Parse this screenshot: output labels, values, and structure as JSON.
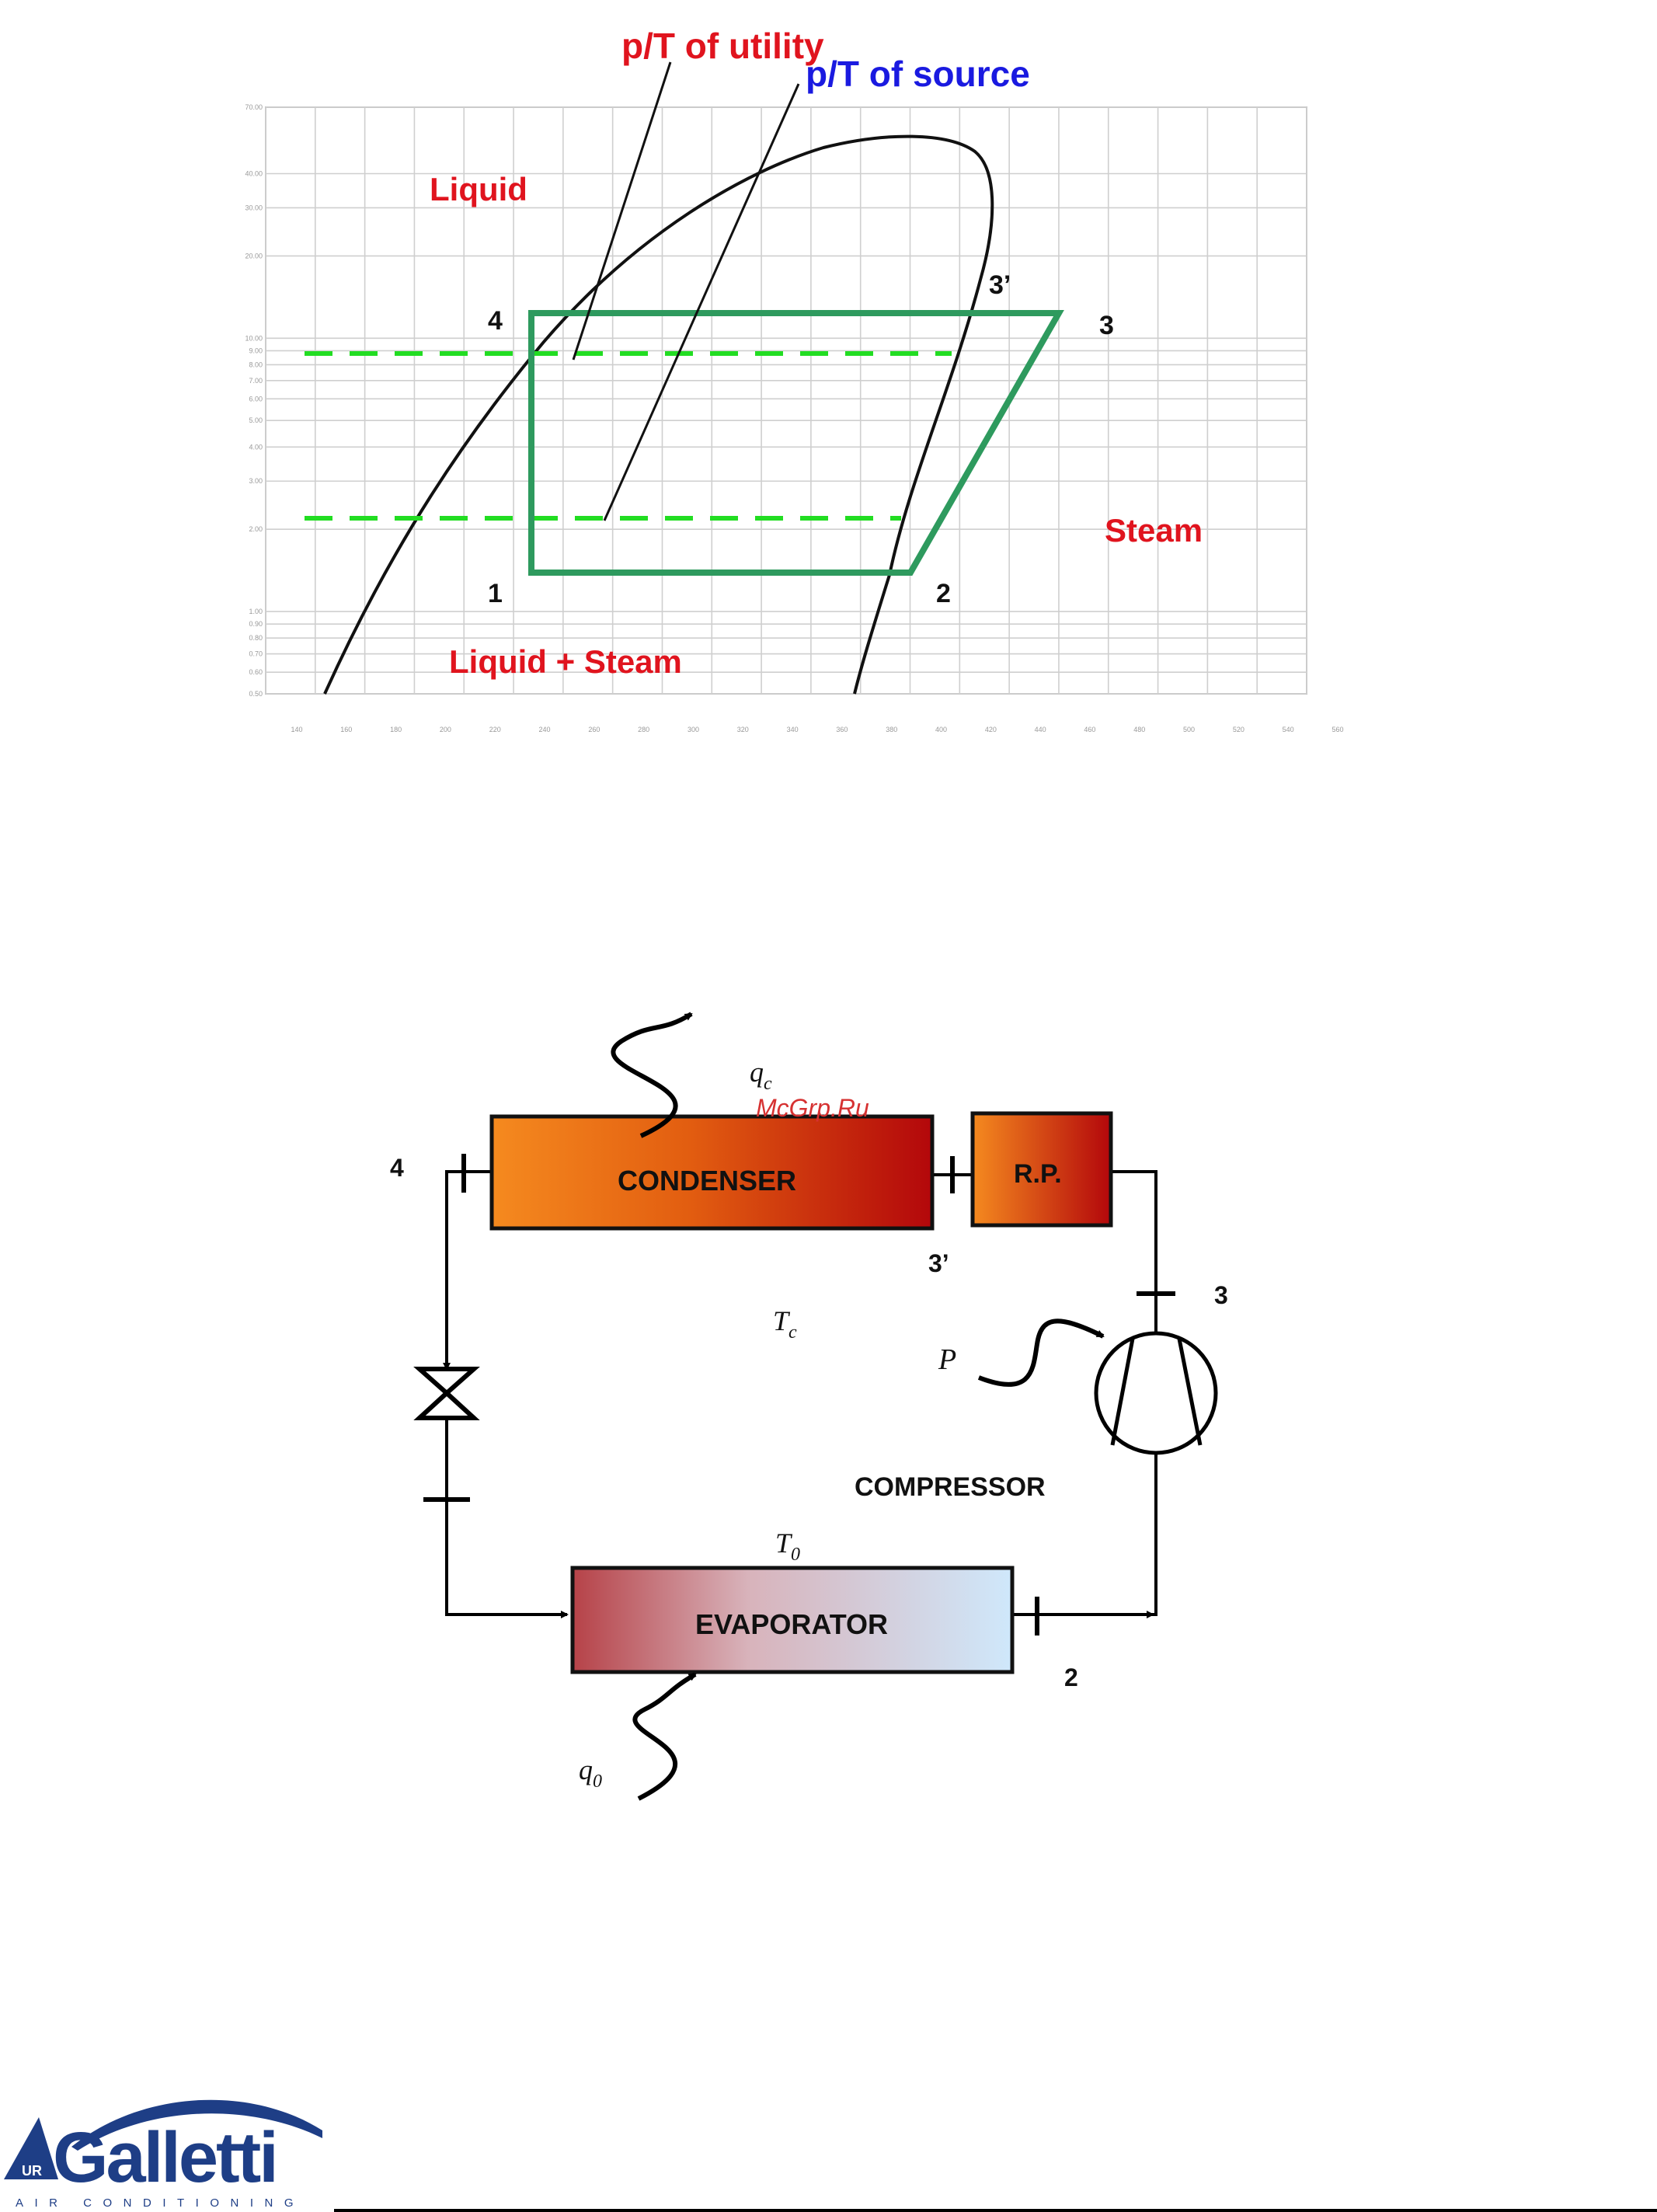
{
  "ph_chart": {
    "label_utility": "p/T of utility",
    "label_source": "p/T of source",
    "region_liquid": "Liquid",
    "region_steam": "Steam",
    "region_mix": "Liquid + Steam",
    "points": [
      "1",
      "2",
      "3",
      "3’",
      "4"
    ],
    "y_ticks": [
      "70.00",
      "40.00",
      "30.00",
      "20.00",
      "10.00",
      "9.00",
      "8.00",
      "7.00",
      "6.00",
      "5.00",
      "4.00",
      "3.00",
      "2.00",
      "1.00",
      "0.90",
      "0.80",
      "0.70",
      "0.60",
      "0.50"
    ],
    "x_ticks": [
      "140",
      "160",
      "180",
      "200",
      "220",
      "240",
      "260",
      "280",
      "300",
      "320",
      "340",
      "360",
      "380",
      "400",
      "420",
      "440",
      "460",
      "480",
      "500",
      "520",
      "540",
      "560"
    ],
    "colors": {
      "cycle": "#2e9a5e",
      "pressure_lines": "#22dd22",
      "dome": "#000000"
    }
  },
  "circuit": {
    "condenser": "CONDENSER",
    "rp": "R.P.",
    "evaporator": "EVAPORATOR",
    "compressor": "COMPRESSOR",
    "qc": "q",
    "qc_sub": "c",
    "q0": "q",
    "q0_sub": "0",
    "tc": "T",
    "tc_sub": "c",
    "t0": "T",
    "t0_sub": "0",
    "p": "P",
    "pt4": "4",
    "pt3p": "3’",
    "pt3": "3",
    "pt2": "2",
    "watermark": "McGrp.Ru",
    "colors": {
      "condenser_from": "#f58a1f",
      "condenser_to": "#b3070b",
      "evaporator_from": "#b64248",
      "evaporator_to": "#cfe8fb"
    }
  },
  "logo": {
    "brand": "Galletti",
    "tagline": "AIR CONDITIONING",
    "badge": "UR"
  }
}
